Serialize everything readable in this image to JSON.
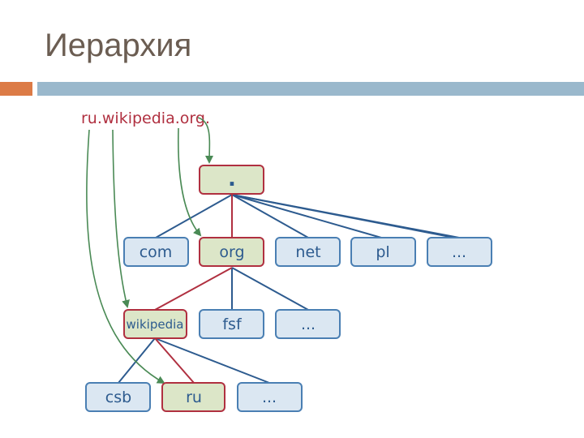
{
  "slide": {
    "title": "Иерархия"
  },
  "diagram": {
    "query": "ru.wikipedia.org.",
    "root": ".",
    "level1": [
      "com",
      "org",
      "net",
      "pl",
      "..."
    ],
    "level2": [
      "wikipedia",
      "fsf",
      "..."
    ],
    "level3": [
      "csb",
      "ru",
      "..."
    ],
    "colors": {
      "highlight_fill": "#dce6c8",
      "highlight_border": "#b03040",
      "node_fill": "#dbe7f2",
      "node_border": "#4a7fb3",
      "tree_edge": "#2d5b8f",
      "path_edge": "#b03040",
      "arrow": "#4a8a55",
      "query_text": "#b03040"
    }
  }
}
